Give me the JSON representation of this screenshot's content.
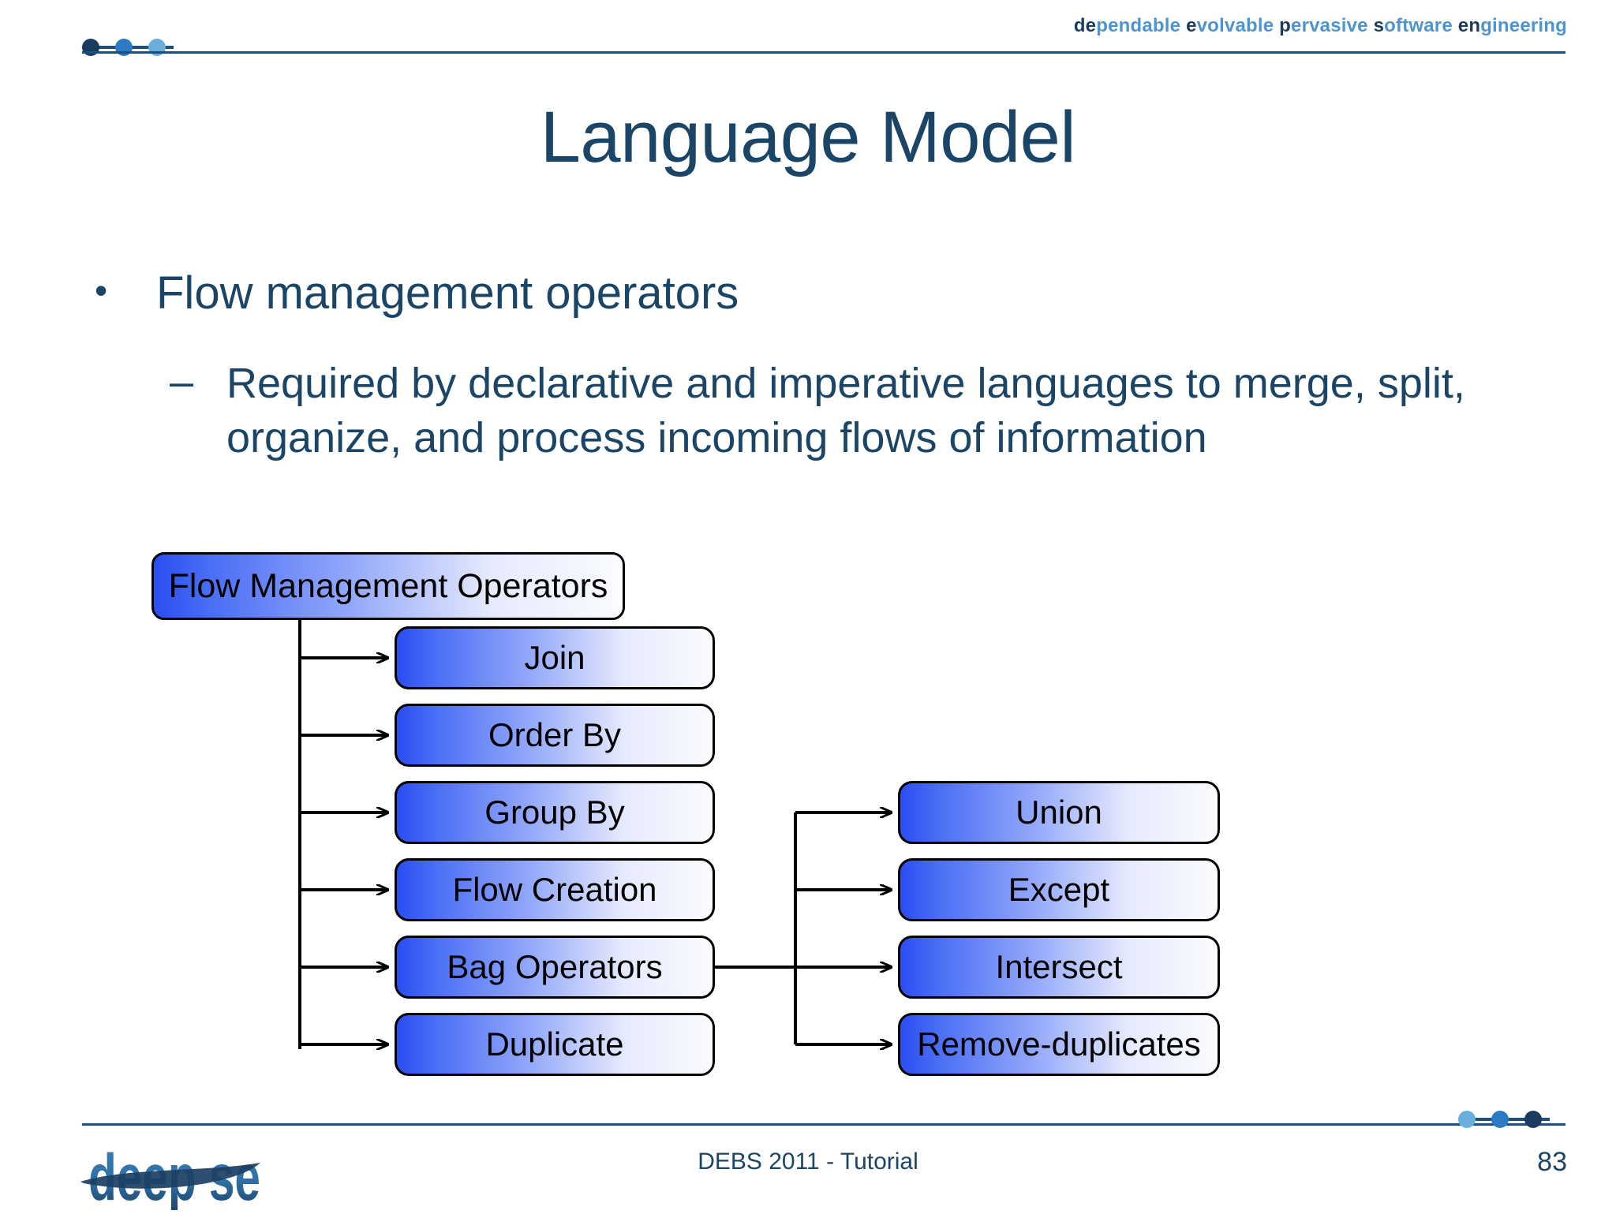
{
  "header": {
    "tagline_words": [
      {
        "lead": "de",
        "rest": "pendable"
      },
      {
        "lead": "e",
        "rest": "volvable"
      },
      {
        "lead": "p",
        "rest": "ervasive"
      },
      {
        "lead": "s",
        "rest": "oftware"
      },
      {
        "lead": "en",
        "rest": "gineering"
      }
    ],
    "tagline": "dependable evolvable pervasive software engineering",
    "dot_colors": [
      "#1b3c5e",
      "#2b7cc4",
      "#6aaede"
    ],
    "rule_color": "#1d4f7c"
  },
  "title": "Language Model",
  "bullets": {
    "level1_marker": "•",
    "level1_text": "Flow management operators",
    "level2_marker": "–",
    "level2_text": "Required by declarative and imperative languages to merge, split, organize, and process incoming flows of information"
  },
  "diagram": {
    "root": {
      "label": "Flow Management Operators"
    },
    "left_column": [
      {
        "label": "Join"
      },
      {
        "label": "Order By"
      },
      {
        "label": "Group By"
      },
      {
        "label": "Flow Creation"
      },
      {
        "label": "Bag Operators"
      },
      {
        "label": "Duplicate"
      }
    ],
    "right_column": [
      {
        "label": "Union"
      },
      {
        "label": "Except"
      },
      {
        "label": "Intersect"
      },
      {
        "label": "Remove-duplicates"
      }
    ],
    "node_fill_start": "#2a4df0",
    "node_fill_end": "#fbfcff",
    "connector_color": "#000000"
  },
  "footer": {
    "logo_text": "deep se",
    "center_text": "DEBS 2011 - Tutorial",
    "page_number": "83",
    "dot_colors": [
      "#6aaede",
      "#2b7cc4",
      "#1b3c5e"
    ],
    "rule_color": "#1d4f7c"
  }
}
